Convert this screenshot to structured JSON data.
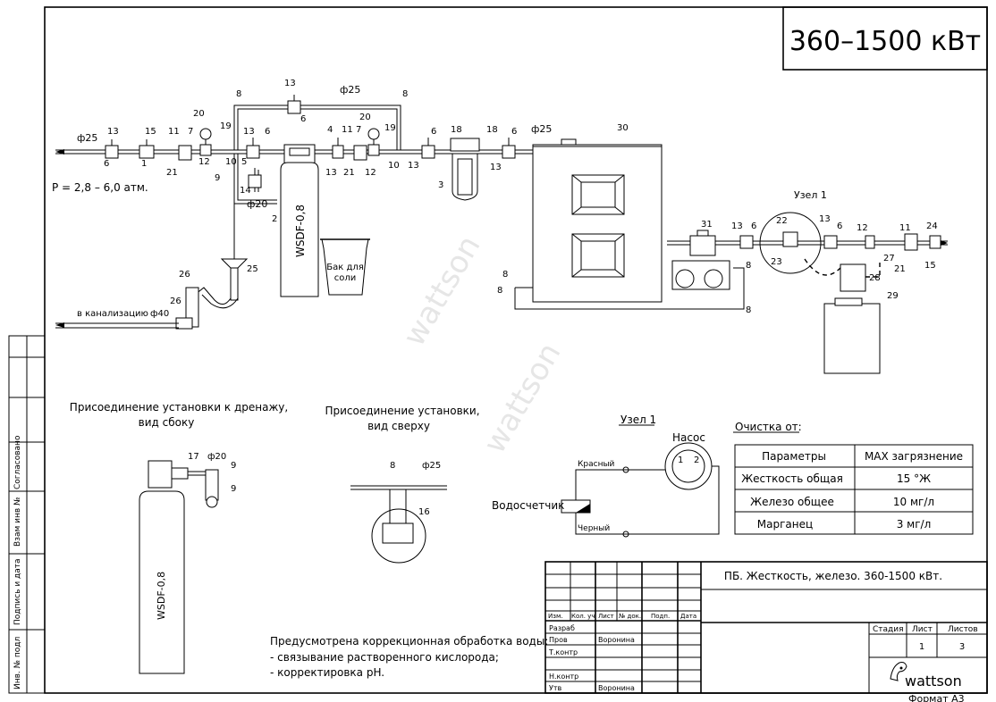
{
  "title_box": {
    "power_range": "360–1500 кВт"
  },
  "inlet": {
    "pipe": "ф25",
    "pressure": "P = 2,8 – 6,0 атм."
  },
  "drain": {
    "to_sewer": "в канализацию",
    "pipe": "ф40",
    "pipe_20": "ф20"
  },
  "bypass": {
    "pipe": "ф25"
  },
  "outlet": {
    "pipe": "ф25"
  },
  "equipment": {
    "filter": "WSDF-0,8",
    "salt_tank": [
      "Бак для",
      "соли"
    ],
    "node_label": "Узел 1"
  },
  "item_numbers": [
    "1",
    "2",
    "3",
    "4",
    "5",
    "6",
    "7",
    "8",
    "9",
    "10",
    "11",
    "12",
    "13",
    "14",
    "15",
    "16",
    "17",
    "18",
    "19",
    "20",
    "21",
    "22",
    "23",
    "24",
    "25",
    "26",
    "27",
    "28",
    "29",
    "30",
    "31"
  ],
  "details": {
    "drain_side_title": [
      "Присоединение установки к дренажу,",
      "вид сбоку"
    ],
    "top_view_title": [
      "Присоединение установки,",
      "вид сверху"
    ],
    "side_filter": "WSDF-0,8",
    "side_pipe": "ф20",
    "top_pipe": "ф25"
  },
  "node1": {
    "title": "Узел 1",
    "pump": "Насос",
    "wire_red": "Красный",
    "wire_black": "Черный",
    "meter": "Водосчетчик",
    "terminals": [
      "1",
      "2"
    ]
  },
  "cleaning": {
    "title": "Очистка от:",
    "headers": [
      "Параметры",
      "MAX загрязнение"
    ],
    "rows": [
      [
        "Жесткость общая",
        "15 °Ж"
      ],
      [
        "Железо общее",
        "10 мг/л"
      ],
      [
        "Марганец",
        "3 мг/л"
      ]
    ]
  },
  "notes": [
    "Предусмотрена коррекционная обработка воды:",
    "- связывание растворенного кислорода;",
    "- корректировка pH."
  ],
  "stamp": {
    "title": "ПБ. Жесткость, железо. 360-1500 кВт.",
    "cols": [
      "Изм.",
      "Кол. уч",
      "Лист",
      "№ док.",
      "Подп.",
      "Дата"
    ],
    "roles": [
      "Разраб",
      "Пров",
      "Т.контр",
      "",
      "Н.контр",
      "Утв"
    ],
    "names": [
      "",
      "Воронина",
      "",
      "",
      "",
      "Воронина"
    ],
    "stage_label": "Стадия",
    "sheet_label": "Лист",
    "sheets_label": "Листов",
    "sheet": "1",
    "sheets": "3",
    "brand": "wattson",
    "format": "Формат   А3"
  },
  "side_stamp": [
    "Согласовано",
    "Взам инв №",
    "Подпись и дата",
    "Инв. № подл"
  ],
  "watermark": "wattson"
}
